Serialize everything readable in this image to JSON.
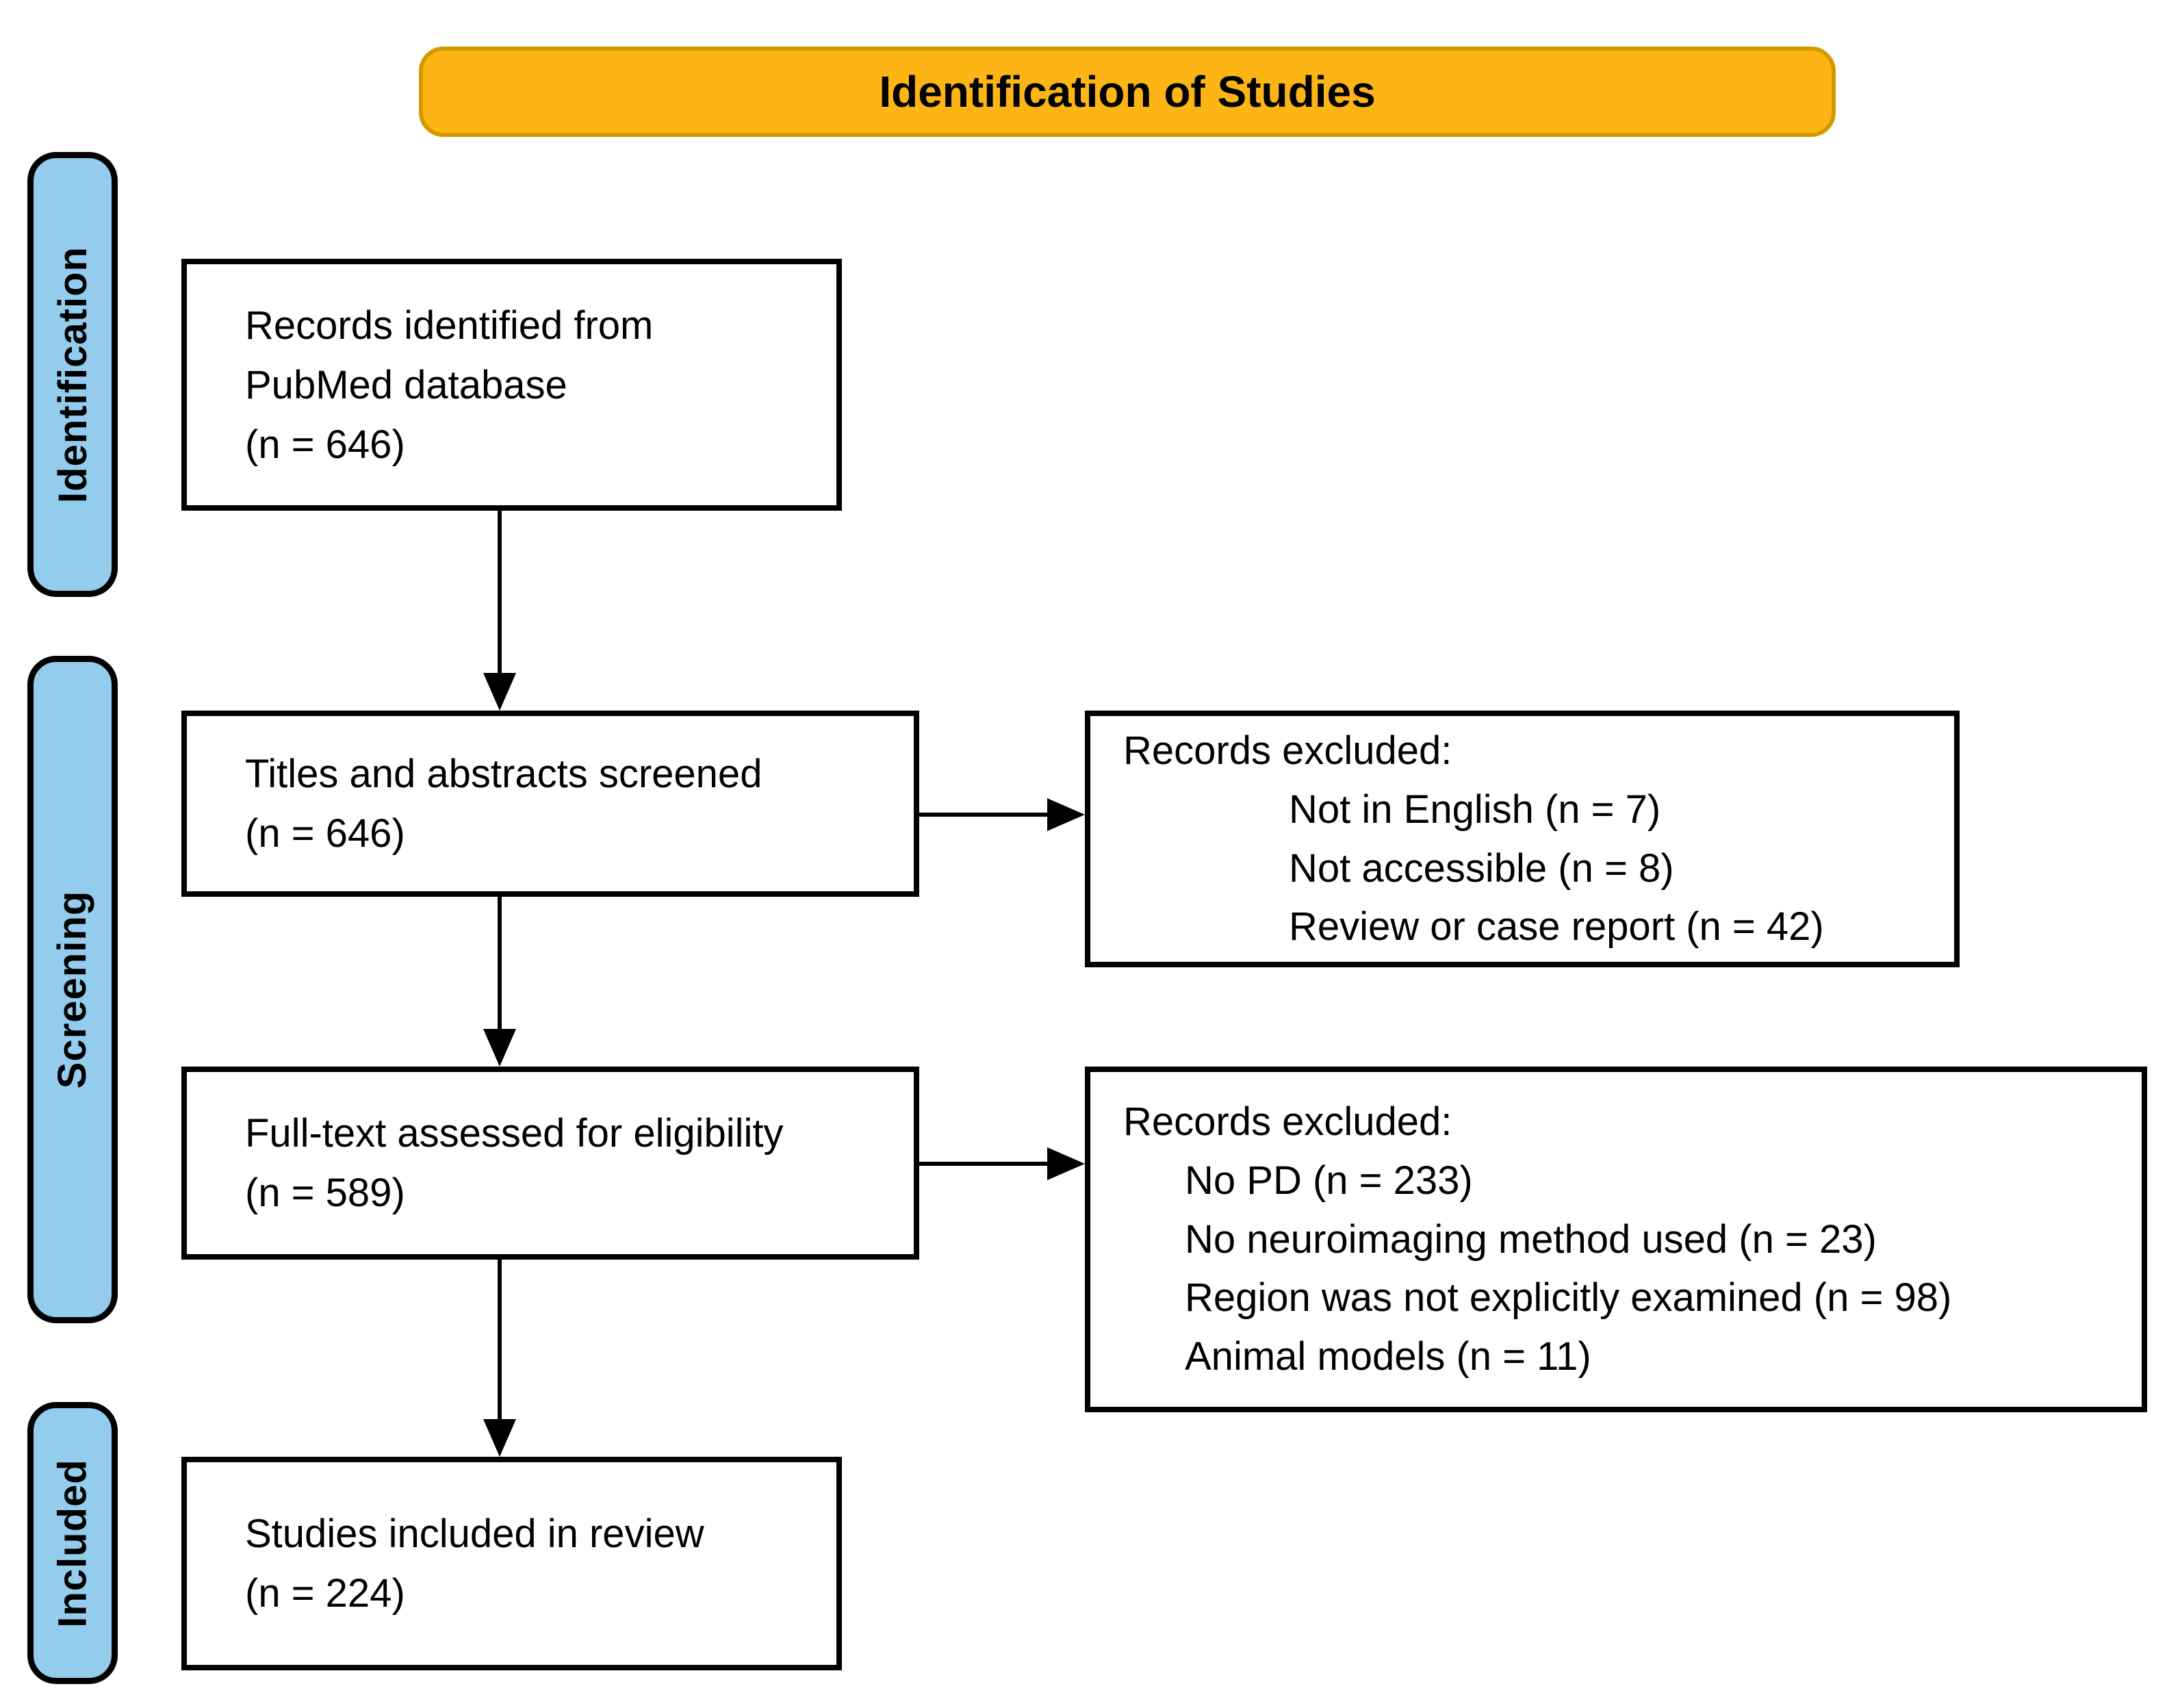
{
  "title": "Identification of Studies",
  "stages": [
    {
      "label": "Identification"
    },
    {
      "label": "Screening"
    },
    {
      "label": "Included"
    }
  ],
  "boxes": [
    {
      "label": "Records identified from\nPubMed database",
      "count": "(n = 646)"
    },
    {
      "label": "Titles and abstracts screened",
      "count": "(n = 646)"
    },
    {
      "label": "Full-text assessed for eligibility",
      "count": "(n = 589)"
    },
    {
      "label": "Studies included in review",
      "count": "(n = 224)"
    }
  ],
  "excluded": [
    {
      "heading": "Records excluded:",
      "items": [
        "Not in English (n = 7)",
        "Not accessible (n = 8)",
        "Review or case report (n = 42)"
      ]
    },
    {
      "heading": "Records excluded:",
      "items": [
        "No PD (n = 233)",
        "No neuroimaging method used (n = 23)",
        "Region was not explicitly examined (n = 98)",
        "Animal models (n = 11)"
      ]
    }
  ],
  "arrows": [
    {
      "from": "Records identified from PubMed database",
      "to": "Titles and abstracts screened",
      "direction": "down"
    },
    {
      "from": "Titles and abstracts screened",
      "to": "Records excluded (screening)",
      "direction": "right"
    },
    {
      "from": "Titles and abstracts screened",
      "to": "Full-text assessed for eligibility",
      "direction": "down"
    },
    {
      "from": "Full-text assessed for eligibility",
      "to": "Records excluded (eligibility)",
      "direction": "right"
    },
    {
      "from": "Full-text assessed for eligibility",
      "to": "Studies included in review",
      "direction": "down"
    }
  ],
  "colors": {
    "header_bg": "#FCB514",
    "header_border": "#D29A00",
    "stage_bg": "#93CCEC",
    "box_bg": "#FFFFFF",
    "line_color": "#000000"
  }
}
